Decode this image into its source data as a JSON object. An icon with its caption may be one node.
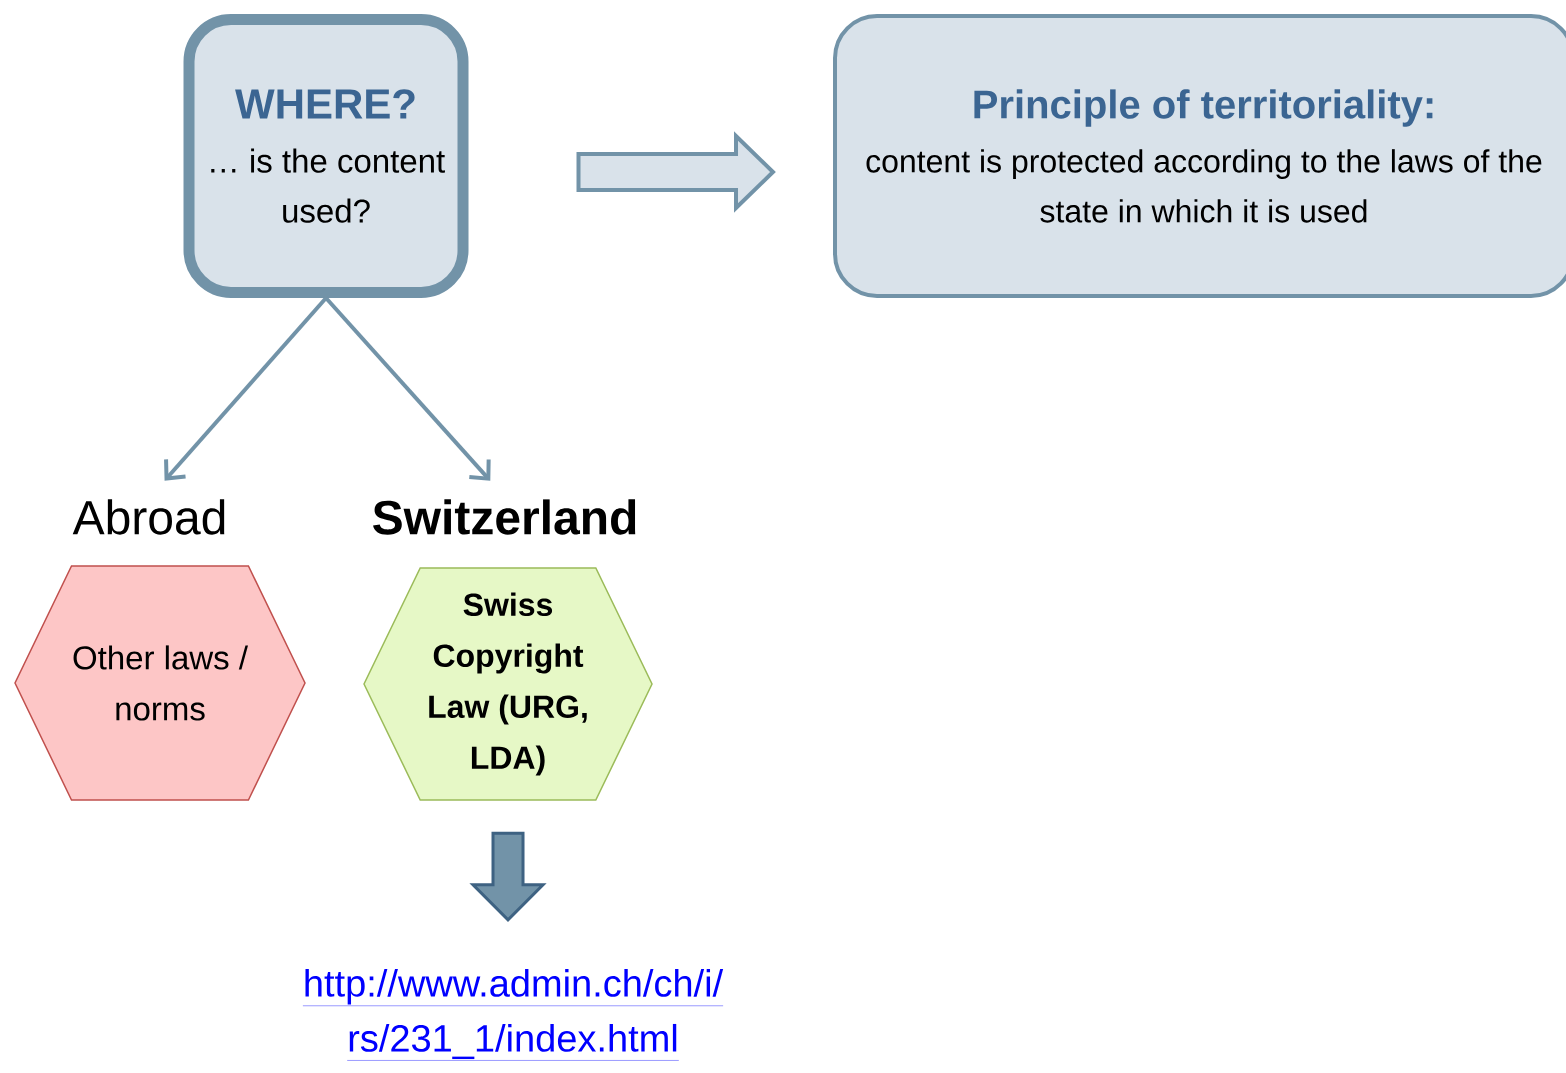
{
  "diagram": {
    "nodes": [
      {
        "text": [
          "WHERE?",
          "… is the content used?"
        ]
      },
      {
        "text": [
          "Principle of territoriality:",
          "content is protected according to the laws of the state in which it is used"
        ]
      },
      {
        "text": [
          "Abroad"
        ]
      },
      {
        "text": [
          "Switzerland"
        ]
      },
      {
        "text": [
          "Other laws / norms"
        ]
      },
      {
        "text": [
          "Swiss Copyright Law (URG, LDA)"
        ]
      },
      {
        "text": [
          "http://www.admin.ch/ch/i/",
          "rs/231_1/index.html"
        ]
      }
    ],
    "edges": [
      {
        "from": 0,
        "to": 1,
        "arrow": "to",
        "style": "thick"
      },
      {
        "from": 0,
        "to": 2,
        "arrow": "to"
      },
      {
        "from": 0,
        "to": 3,
        "arrow": "to"
      },
      {
        "from": 5,
        "to": 6,
        "arrow": "to",
        "style": "thick",
        "color": "#3e6282"
      }
    ]
  }
}
